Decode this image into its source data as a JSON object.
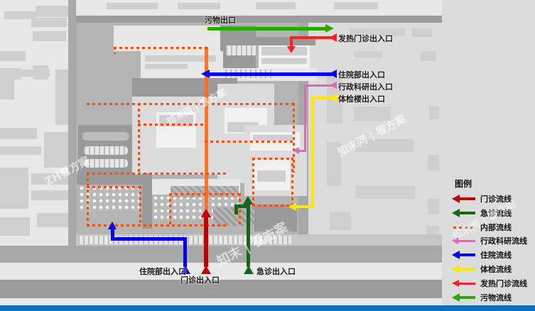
{
  "legend": {
    "title": "图例",
    "items": [
      {
        "label": "门诊流线",
        "color": "#C00000",
        "style": "arrow"
      },
      {
        "label": "急诊流线",
        "color": "#14661A",
        "style": "arrow"
      },
      {
        "label": "内部流线",
        "color": "#FF4D00",
        "style": "dotted"
      },
      {
        "label": "行政科研流线",
        "color": "#D96BB0",
        "style": "arrow"
      },
      {
        "label": "住院流线",
        "color": "#0000EE",
        "style": "arrow"
      },
      {
        "label": "体检流线",
        "color": "#FFE800",
        "style": "arrow"
      },
      {
        "label": "发热门诊流线",
        "color": "#FF2020",
        "style": "arrow"
      },
      {
        "label": "污物流线",
        "color": "#2EA800",
        "style": "arrow"
      }
    ]
  },
  "map_labels": {
    "waste_exit": "污物出口",
    "fever_clinic": "发热门诊出入口",
    "inpatient_right": "住院部出入口",
    "admin_research": "行政科研出入口",
    "health_check": "体检楼出入口",
    "inpatient_bottom": "住院部出入口",
    "outpatient_bottom": "门诊出入口",
    "emergency_bottom": "急诊出入口"
  },
  "watermarks": [
    "ZH看方案",
    "知末网 | 看方案",
    "知末网 | 看方案",
    "知末 | 看方案"
  ]
}
